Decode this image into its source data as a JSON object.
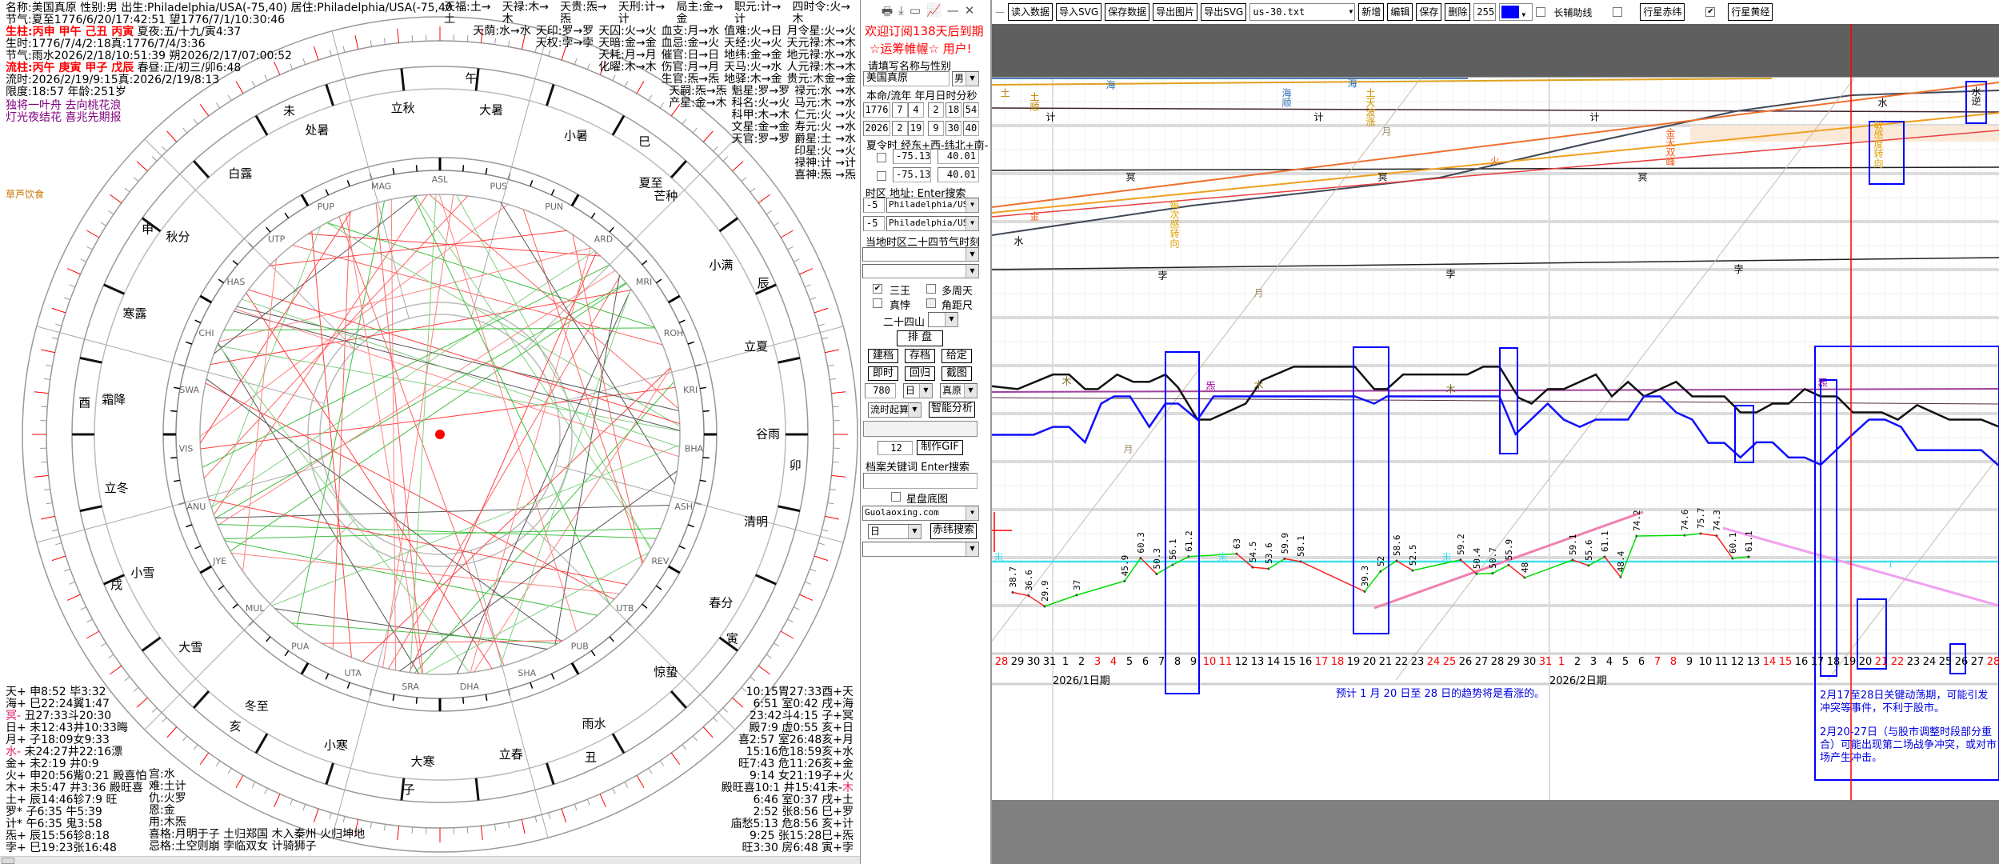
{
  "header": {
    "line1": "名称:美国真原 性别:男 出生:Philadelphia/USA(-75,40) 居住:Philadelphia/USA(-75,40",
    "line2": "节气:夏至1776/6/20/17:42:51 望1776/7/1/10:30:46",
    "line3_label": "生柱:丙申 甲午 己丑 丙寅",
    "line3_rest": " 夏夜:五/十九/寅4:37",
    "line4": "生时:1776/7/4/2:18真:1776/7/4/3:36",
    "line5": "节气:雨水2026/2/18/10:51:39 朔2026/2/17/07:00:52",
    "line6_label": "流柱:丙午 庚寅 甲子 戊辰",
    "line6_rest": " 春昼:正/初三/卯6:48",
    "line7": "流时:2026/2/19/9:15真:2026/2/19/8:13",
    "line8": "限度:18:57 年龄:251岁",
    "poem1": "独将一叶舟  去向桃花浪",
    "poem2": "灯光夜结花  喜兆先期报",
    "note": "草芦饮食"
  },
  "top_table": [
    [
      "天福:土→土",
      "天禄:木→木",
      "天贵:炁→炁",
      "天刑:计→计",
      "局主:金→金",
      "职元:计→计",
      "四时令:火→木"
    ],
    [
      "天荫:水→水",
      "天印:罗→罗",
      "天囚:火→火",
      "血支:月→水",
      "值难:火→日",
      "月令星:火→火"
    ],
    [
      "天权:孛→孛",
      "天暗:金→金",
      "血忌:金→火",
      "天经:火→火",
      "天元禄:木→木"
    ],
    [
      "天耗:月→月",
      "催官:日→日",
      "地纬:金→金",
      "地元禄:水→水"
    ],
    [
      "化曜:木→木",
      "伤官:月→月",
      "天马:火→水",
      "人元禄:木→木"
    ],
    [
      "生官:炁→炁",
      "地驿:木→金",
      "贵元:木金→金"
    ],
    [
      "天嗣:炁→炁",
      "魁星:罗→罗",
      "禄元:水 →水"
    ],
    [
      "产星:金→木",
      "科名:火→火",
      "马元:木 →水"
    ],
    [
      "科甲:木→木",
      "仁元:火 →火"
    ],
    [
      "文星:金→金",
      "寿元:火 →水"
    ],
    [
      "天官:罗→罗",
      "爵星:土 →水"
    ],
    [
      "印星:火 →火"
    ],
    [
      "禄神:计 →计"
    ],
    [
      "喜神:炁 →炁"
    ]
  ],
  "wheel": {
    "solar_terms": [
      "夏至",
      "小暑",
      "大暑",
      "立秋",
      "处暑",
      "白露",
      "秋分",
      "寒露",
      "霜降",
      "立冬",
      "小雪",
      "大雪",
      "冬至",
      "小寒",
      "大寒",
      "立春",
      "雨水",
      "惊蛰",
      "春分",
      "清明",
      "谷雨",
      "立夏",
      "小满",
      "芒种"
    ],
    "branches": [
      "午",
      "未",
      "申",
      "酉",
      "戌",
      "亥",
      "子",
      "丑",
      "寅",
      "卯",
      "辰",
      "巳"
    ],
    "nakshatras": [
      "ASH",
      "BHA",
      "KRI",
      "ROH",
      "MRI",
      "ARD",
      "PUN",
      "PUS",
      "ASL",
      "MAG",
      "PUP",
      "UTP",
      "HAS",
      "CHI",
      "SWA",
      "VIS",
      "ANU",
      "JYE",
      "MUL",
      "PUA",
      "UTA",
      "SRA",
      "DHA",
      "SHA",
      "PUB",
      "UTB",
      "REV"
    ]
  },
  "planet_table": [
    {
      "p": "天+",
      "t": " 申8:52 毕3:32",
      "hl": false
    },
    {
      "p": "海+",
      "t": " 巳22:24翼1:47",
      "hl": false
    },
    {
      "p": "冥-",
      "t": " 丑27:33斗20:30",
      "hl": true
    },
    {
      "p": "日+",
      "t": " 未12:43井10:33晦",
      "hl": false
    },
    {
      "p": "月+",
      "t": " 子18:09女9:33",
      "hl": false
    },
    {
      "p": "水-",
      "t": " 未24:27井22:16漂",
      "hl": true
    },
    {
      "p": "金+",
      "t": " 未2:19 井0:9",
      "hl": false
    },
    {
      "p": "火+",
      "t": " 申20:56觜0:21 殿喜怕",
      "hl": false
    },
    {
      "p": "木+",
      "t": " 未5:47 井3:36 殿旺喜",
      "hl": false
    },
    {
      "p": "土+",
      "t": " 辰14:46轸7:9  旺",
      "hl": false
    },
    {
      "p": "罗*",
      "t": " 子6:35 牛5:39",
      "hl": false
    },
    {
      "p": "计*",
      "t": " 午6:35 鬼3:58",
      "hl": false
    },
    {
      "p": "炁+",
      "t": " 辰15:56轸8:18",
      "hl": false
    },
    {
      "p": "孛+",
      "t": " 巳19:23张16:48",
      "hl": false
    }
  ],
  "palace_info": [
    "宫:水",
    "难:土计",
    "仇:火罗",
    "恩:金",
    "用:木炁",
    "喜格:月明于子  土归郑国  木入秦州  火归坤地",
    "忌格:土空则崩  孛临双女  计骑狮子"
  ],
  "transit_table": [
    {
      "t": "10:15胃27:33酉+",
      "p": "天",
      "hl": false
    },
    {
      "t": "6:51 室0:42 戌+",
      "p": "海",
      "hl": false
    },
    {
      "t": "23:42斗4:15 子+",
      "p": "冥",
      "hl": false
    },
    {
      "t": "殿7:9  虚0:55 亥+",
      "p": "日",
      "hl": false
    },
    {
      "t": "喜2:57 室26:48亥+",
      "p": "月",
      "hl": false
    },
    {
      "t": "15:16危18:59亥+",
      "p": "水",
      "hl": false
    },
    {
      "t": "旺7:43 危11:26亥+",
      "p": "金",
      "hl": false
    },
    {
      "t": "9:14 女21:19子+",
      "p": "火",
      "hl": false
    },
    {
      "t": "殿旺喜10:1  井15:41未-",
      "p": "木",
      "hl": true
    },
    {
      "t": "6:46 室0:37 戌+",
      "p": "土",
      "hl": false
    },
    {
      "t": "2:52 张8:56 巳+",
      "p": "罗",
      "hl": false
    },
    {
      "t": "庙愁5:13 危8:56 亥+",
      "p": "计",
      "hl": false
    },
    {
      "t": "9:25 张15:28巳+",
      "p": "炁",
      "hl": false
    },
    {
      "t": "旺3:30 房6:48 寅+",
      "p": "孛",
      "hl": false
    }
  ],
  "panel": {
    "icons": [
      "print-icon",
      "download-icon",
      "window-icon",
      "chart-icon",
      "minimize-icon",
      "close-icon"
    ],
    "welcome1": "欢迎订阅138天后到期",
    "welcome2": "☆运筹帷幄☆ 用户!",
    "name_label": "请填写名称与性别",
    "name_value": "美国真原",
    "sex_value": "男",
    "datetime_label": "本命/流年 年月日时分秒",
    "natal": [
      "1776",
      "7",
      "4",
      "2",
      "18",
      "54"
    ],
    "transit": [
      "2026",
      "2",
      "19",
      "9",
      "30",
      "40"
    ],
    "coord_label": "夏令时 经东+西-纬北+南-",
    "lon1": "-75.13",
    "lat1": "40.01",
    "lon2": "-75.13",
    "lat2": "40.01",
    "tz_label": "时区  地址: Enter搜索",
    "tz1": "-5",
    "addr1": "Philadelphia/USA",
    "tz2": "-5",
    "addr2": "Philadelphia/USA",
    "terms_label": "当地时区二十四节气时刻",
    "terms_select1": "",
    "terms_select2": "",
    "cb_sanwang": "三王",
    "cb_sanwang_checked": true,
    "cb_duozhoutian": "多周天",
    "cb_zhenbei": "真悖",
    "cb_jiaojuchi": "角距尺",
    "mountains_label": "二十四山",
    "mountains_value": "",
    "btn_paipan": "排 盘",
    "btn_jiandang": "建档",
    "btn_cundang": "存档",
    "btn_geiding": "给定",
    "btn_jishi": "即时",
    "btn_huigui": "回归",
    "btn_jietu": "截图",
    "steps": "780",
    "unit": "日",
    "mode": "真原",
    "start_mode": "流时起算",
    "btn_analysis": "智能分析",
    "frames": "12",
    "btn_gif": "制作GIF",
    "keyword_label": "档案关键词 Enter搜索",
    "keyword_value": "",
    "cb_basemap": "星盘底图",
    "site": "Guolaoxing.com",
    "search_unit": "日",
    "btn_decl_search": "赤纬搜索",
    "last_select": ""
  },
  "toolbar": {
    "load": "读入数据",
    "import_svg": "导入SVG",
    "save_data": "保存数据",
    "export_img": "导出图片",
    "export_svg": "导出SVG",
    "file": "us-30.txt",
    "add": "新增",
    "edit": "编辑",
    "save": "保存",
    "delete": "删除",
    "alpha": "255",
    "color": "#0000ff",
    "cb_long_aux": "长辅助线",
    "btn_decl": "行星赤纬",
    "btn_lon": "行星黄经",
    "lon_checked": true
  },
  "colors": {
    "up": "#00dd00",
    "down": "#ff2020",
    "accent": "#0000ff",
    "cursor": "#ff0000"
  },
  "chart_labels": [
    "土",
    "土顺",
    "海",
    "海顺",
    "海",
    "土天波涨",
    "计",
    "计",
    "计",
    "冥",
    "冥",
    "冥",
    "金",
    "火",
    "水",
    "水",
    "孛",
    "孛",
    "孛",
    "月",
    "月",
    "月",
    "木",
    "木",
    "木",
    "炁",
    "炁",
    "敏感度转向",
    "金天双峰",
    "水逆",
    "每次感转向",
    "米",
    "米",
    "米",
    "ꟷ"
  ],
  "date_axis": {
    "month1": "2026/1日期",
    "month2": "2026/2日期",
    "days": [
      {
        "d": "28",
        "red": true
      },
      {
        "d": "29",
        "red": false
      },
      {
        "d": "30",
        "red": false
      },
      {
        "d": "31",
        "red": false
      },
      {
        "d": "1",
        "red": false
      },
      {
        "d": "2",
        "red": false
      },
      {
        "d": "3",
        "red": true
      },
      {
        "d": "4",
        "red": true
      },
      {
        "d": "5",
        "red": false
      },
      {
        "d": "6",
        "red": false
      },
      {
        "d": "7",
        "red": false
      },
      {
        "d": "8",
        "red": false
      },
      {
        "d": "9",
        "red": false
      },
      {
        "d": "10",
        "red": true
      },
      {
        "d": "11",
        "red": true
      },
      {
        "d": "12",
        "red": false
      },
      {
        "d": "13",
        "red": false
      },
      {
        "d": "14",
        "red": false
      },
      {
        "d": "15",
        "red": false
      },
      {
        "d": "16",
        "red": false
      },
      {
        "d": "17",
        "red": true
      },
      {
        "d": "18",
        "red": true
      },
      {
        "d": "19",
        "red": false
      },
      {
        "d": "20",
        "red": false
      },
      {
        "d": "21",
        "red": false
      },
      {
        "d": "22",
        "red": false
      },
      {
        "d": "23",
        "red": false
      },
      {
        "d": "24",
        "red": true
      },
      {
        "d": "25",
        "red": true
      },
      {
        "d": "26",
        "red": false
      },
      {
        "d": "27",
        "red": false
      },
      {
        "d": "28",
        "red": false
      },
      {
        "d": "29",
        "red": false
      },
      {
        "d": "30",
        "red": false
      },
      {
        "d": "31",
        "red": true
      },
      {
        "d": "1",
        "red": true
      },
      {
        "d": "2",
        "red": false
      },
      {
        "d": "3",
        "red": false
      },
      {
        "d": "4",
        "red": false
      },
      {
        "d": "5",
        "red": false
      },
      {
        "d": "6",
        "red": false
      },
      {
        "d": "7",
        "red": true
      },
      {
        "d": "8",
        "red": true
      },
      {
        "d": "9",
        "red": false
      },
      {
        "d": "10",
        "red": false
      },
      {
        "d": "11",
        "red": false
      },
      {
        "d": "12",
        "red": false
      },
      {
        "d": "13",
        "red": false
      },
      {
        "d": "14",
        "red": true
      },
      {
        "d": "15",
        "red": true
      },
      {
        "d": "16",
        "red": false
      },
      {
        "d": "17",
        "red": false
      },
      {
        "d": "18",
        "red": false
      },
      {
        "d": "19",
        "red": false
      },
      {
        "d": "20",
        "red": false
      },
      {
        "d": "21",
        "red": true
      },
      {
        "d": "22",
        "red": true
      },
      {
        "d": "23",
        "red": false
      },
      {
        "d": "24",
        "red": false
      },
      {
        "d": "25",
        "red": false
      },
      {
        "d": "26",
        "red": false
      },
      {
        "d": "27",
        "red": false
      },
      {
        "d": "28",
        "red": true
      }
    ]
  },
  "notes": {
    "left": "预计 1 月 20 日至 28 日的趋势将是看涨的。",
    "right1": "2月17至28日关键动荡期，可能引发冲突等事件，不利于股市。",
    "right2": "2月20-27日（与股市调整时段部分重合）可能出现第二场战争冲突，或对市场产生冲击。"
  },
  "chart_data": {
    "type": "line",
    "title": "",
    "xlabel": "日期",
    "ylabel": "",
    "x": [
      "2025-12-29",
      "2025-12-30",
      "2025-12-31",
      "2026-01-02",
      "2026-01-05",
      "2026-01-06",
      "2026-01-07",
      "2026-01-08",
      "2026-01-09",
      "2026-01-12",
      "2026-01-13",
      "2026-01-14",
      "2026-01-15",
      "2026-01-16",
      "2026-01-20",
      "2026-01-21",
      "2026-01-22",
      "2026-01-23",
      "2026-01-26",
      "2026-01-27",
      "2026-01-28",
      "2026-01-29",
      "2026-01-30",
      "2026-02-02",
      "2026-02-03",
      "2026-02-04",
      "2026-02-05",
      "2026-02-06",
      "2026-02-09",
      "2026-02-10",
      "2026-02-11",
      "2026-02-12",
      "2026-02-13"
    ],
    "day_index": [
      1,
      2,
      3,
      5,
      8,
      9,
      10,
      11,
      12,
      15,
      16,
      17,
      18,
      19,
      23,
      24,
      25,
      26,
      29,
      30,
      31,
      32,
      33,
      36,
      37,
      38,
      39,
      40,
      43,
      44,
      45,
      46,
      47
    ],
    "values": [
      38.7,
      36.6,
      29.9,
      37,
      45.9,
      60.3,
      50.3,
      56.1,
      61.2,
      63,
      54.5,
      53.6,
      59.9,
      58.1,
      39.3,
      52,
      58.6,
      52.5,
      59.2,
      50.4,
      50.7,
      55.9,
      48,
      59.1,
      55.6,
      61.1,
      48.4,
      74.2,
      74.6,
      75.7,
      74.3,
      60.1,
      61.1
    ],
    "data_labels": [
      "38.7",
      "36.6",
      "29.9",
      "37",
      "45.9",
      "60.3",
      "50.3",
      "56.1",
      "61.2",
      "63",
      "54.5",
      "53.6",
      "59.9",
      "58.1",
      "39.3",
      "52",
      "58.6",
      "52.5",
      "59.2",
      "50.4",
      "50.7",
      "55.9",
      "48",
      "59.1",
      "55.6",
      "61.1",
      "48.4",
      "74.2",
      "74.6",
      "75.7",
      "74.3",
      "60.1",
      "61.1"
    ],
    "grid": true
  }
}
